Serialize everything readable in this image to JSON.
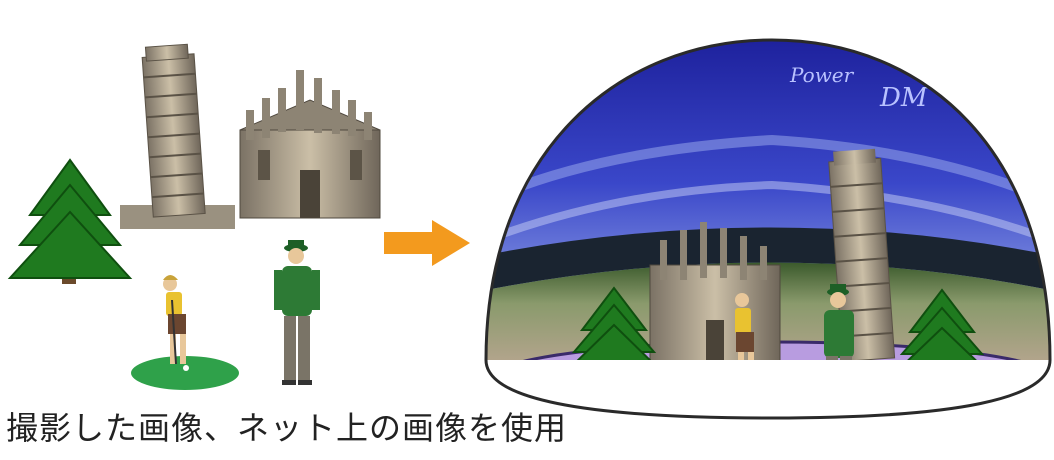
{
  "caption": "撮影した画像、ネット上の画像を使用",
  "dome": {
    "logo_line1": "Power",
    "logo_line2": "DM"
  },
  "colors": {
    "tree": "#1f7a1f",
    "arrow": "#f39a1e",
    "sky": "#2a2fb8",
    "floor": "#b89ce0",
    "grass_pad": "#2fa14a"
  },
  "icons": [
    "pine-tree-icon",
    "leaning-tower-icon",
    "cathedral-icon",
    "golfer-icon",
    "man-figure-icon",
    "arrow-right-icon"
  ]
}
